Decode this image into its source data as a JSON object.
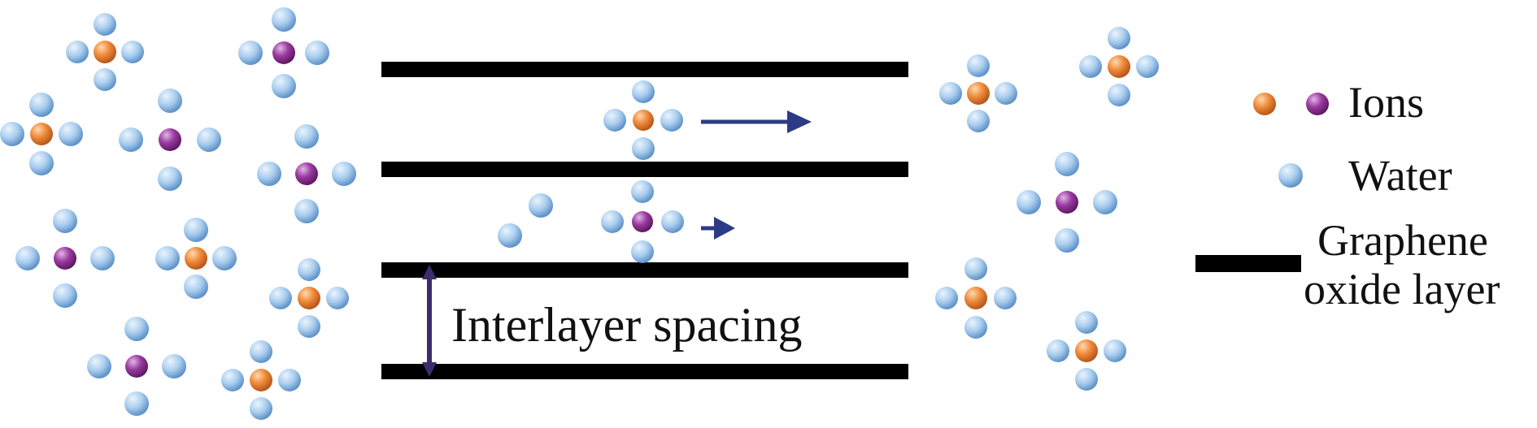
{
  "labels": {
    "spacing": "Interlayer spacing"
  },
  "legend": {
    "ions": "Ions",
    "water": "Water",
    "graphene_line1": "Graphene",
    "graphene_line2": "oxide layer"
  },
  "colors": {
    "ion_orange": "#e07a2e",
    "ion_purple": "#8a2a8c",
    "water": "#8fbfe8",
    "layer": "#000000",
    "arrow": "#2c3b86",
    "spacing_arrow": "#3b2d6b"
  }
}
